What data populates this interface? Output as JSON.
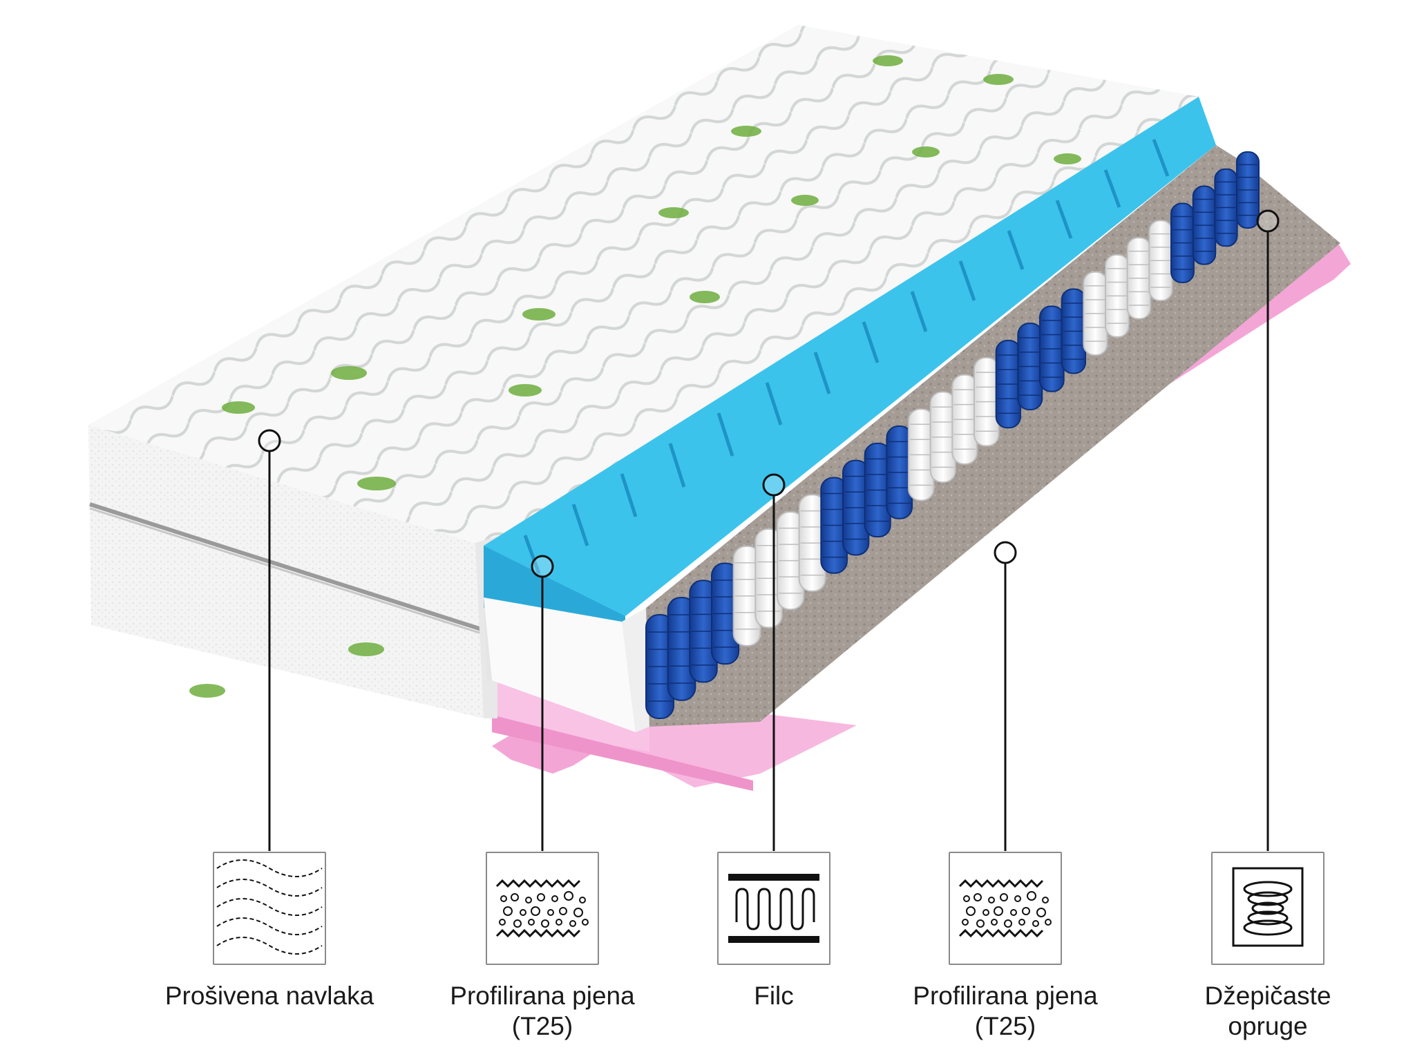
{
  "colors": {
    "cover": "#f4f5f4",
    "cover_quilt": "#d7dad8",
    "aloe_green": "#6fae3e",
    "profiled_foam_blue": "#38bde6",
    "felt_grey": "#9f9790",
    "spring_blue": "#1e4fb3",
    "spring_white": "#f2f2f2",
    "base_foam_pink": "#f5a8d8",
    "side_foam_white": "#fafafa",
    "leader_line": "#111111",
    "label_text": "#1a1a1a"
  },
  "layers": [
    {
      "id": "cover",
      "label": "Prošivena navlaka",
      "icon": "quilted-waves-icon"
    },
    {
      "id": "profiled-foam-top",
      "label": "Profilirana pjena\n(T25)",
      "icon": "foam-bubbles-icon"
    },
    {
      "id": "felt",
      "label": "Filc",
      "icon": "felt-spring-zigzag-icon"
    },
    {
      "id": "profiled-foam-bottom",
      "label": "Profilirana pjena\n(T25)",
      "icon": "foam-bubbles-icon"
    },
    {
      "id": "pocket-springs",
      "label": "Džepičaste\nopruge",
      "icon": "coil-spring-icon"
    }
  ]
}
